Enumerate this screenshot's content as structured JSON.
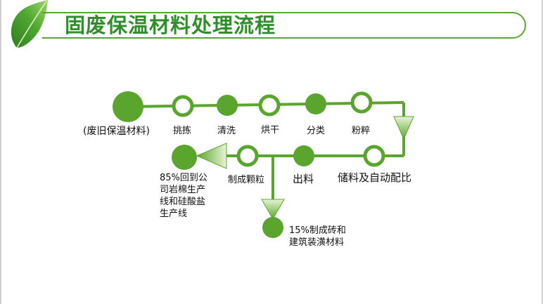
{
  "title": "固废保温材料处理流程",
  "colors": {
    "accent": "#5aa52e",
    "title": "#2f8f2a",
    "leaf": "#3e9a2b"
  },
  "icons": {
    "decoration": "leaf-icon"
  },
  "steps": {
    "start": "(废旧保温材料)",
    "pick": "挑拣",
    "wash": "清洗",
    "dry": "烘干",
    "sort": "分类",
    "crush": "粉粹",
    "mix": "储料及自动配比",
    "output": "出料",
    "granule": "制成颗粒",
    "recycle85": "85%回到公司岩棉生产线和硅酸盐生产线",
    "recycle15": "15%制成砖和建筑装潢材料"
  }
}
